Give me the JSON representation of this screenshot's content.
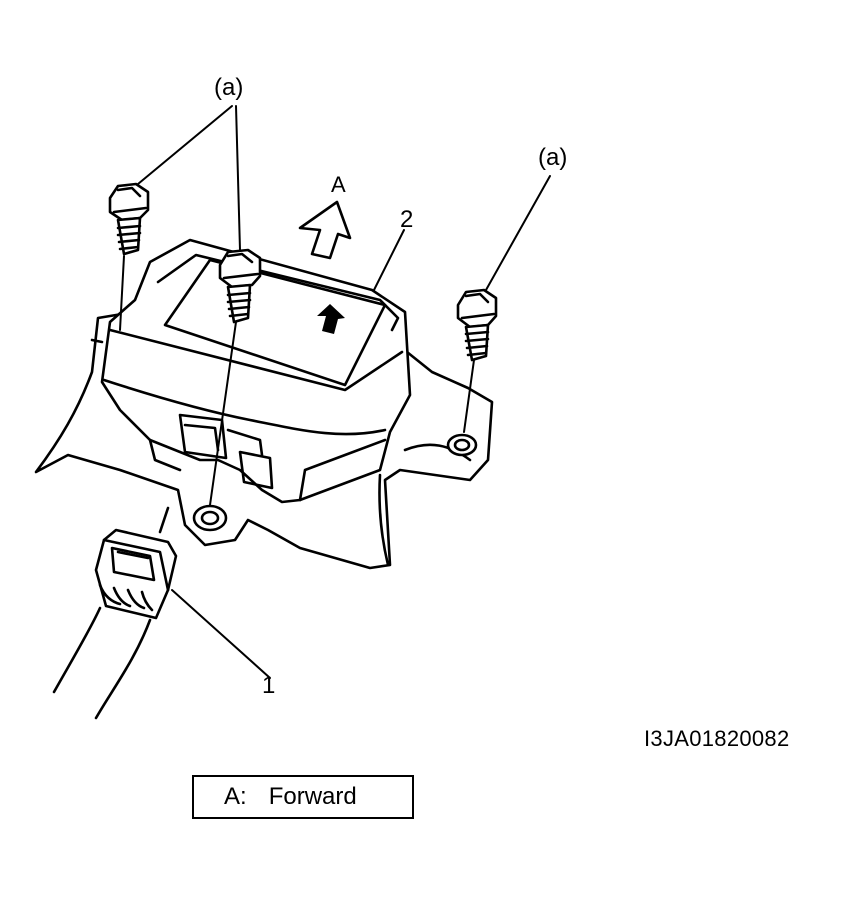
{
  "labels": {
    "fastener_top": "(a)",
    "fastener_right": "(a)",
    "arrow_direction": "A",
    "part_sensor": "2",
    "part_connector": "1",
    "figure_code": "I3JA01820082"
  },
  "legend": {
    "key": "A:",
    "value": "Forward"
  },
  "icons": {
    "bolt": "bolt-icon",
    "forward_arrow": "forward-arrow-icon",
    "connector": "connector-icon"
  },
  "colors": {
    "ink": "#000000",
    "paper": "#ffffff"
  }
}
